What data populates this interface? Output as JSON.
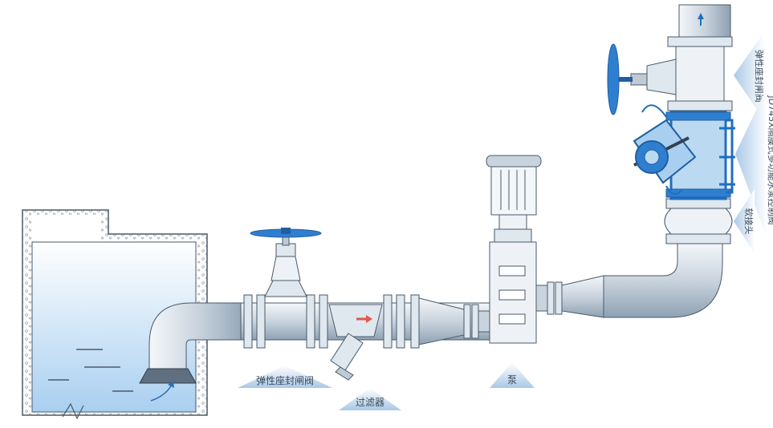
{
  "labels": {
    "resilient_gate_valve_bottom": "弹性座封闸阀",
    "strainer": "过滤器",
    "pump": "泵",
    "resilient_gate_valve_top": "弹性座封闸阀",
    "multi_function_pump_control_valve": "JD745X隔膜式多功能水泵控制阀",
    "flexible_joint": "软接头"
  },
  "colors": {
    "water": "#bcd9f2",
    "pipe_light": "#dfe7ef",
    "pipe_dark": "#8ea1b3",
    "valve_blue": "#1f6fbf",
    "outline": "#4a5a6a",
    "label_wedge": "#a9c8e6",
    "arrow_red": "#e4574a"
  },
  "icons": {
    "flow_up": "arrow-up-icon",
    "flow_right": "arrow-right-icon",
    "inlet": "suction-bell-icon"
  }
}
